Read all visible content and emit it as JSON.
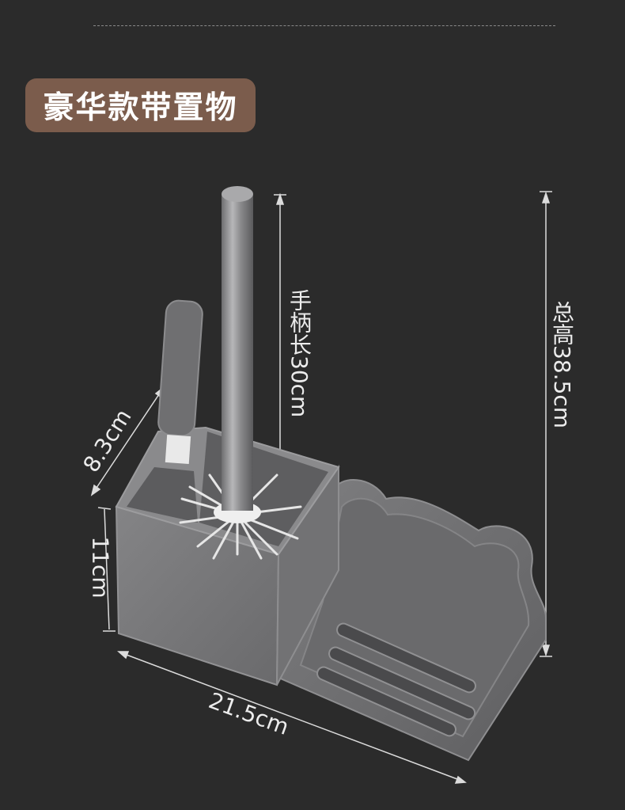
{
  "title": "豪华款带置物",
  "dimensions": {
    "handle_length": "手柄长30cm",
    "total_height": "总高38.5cm",
    "depth": "8.3cm",
    "height": "11cm",
    "width": "21.5cm"
  },
  "colors": {
    "background": "#2b2b2b",
    "badge": "#7b5c4c",
    "product": "#7d7d7f",
    "text": "#ececec"
  }
}
